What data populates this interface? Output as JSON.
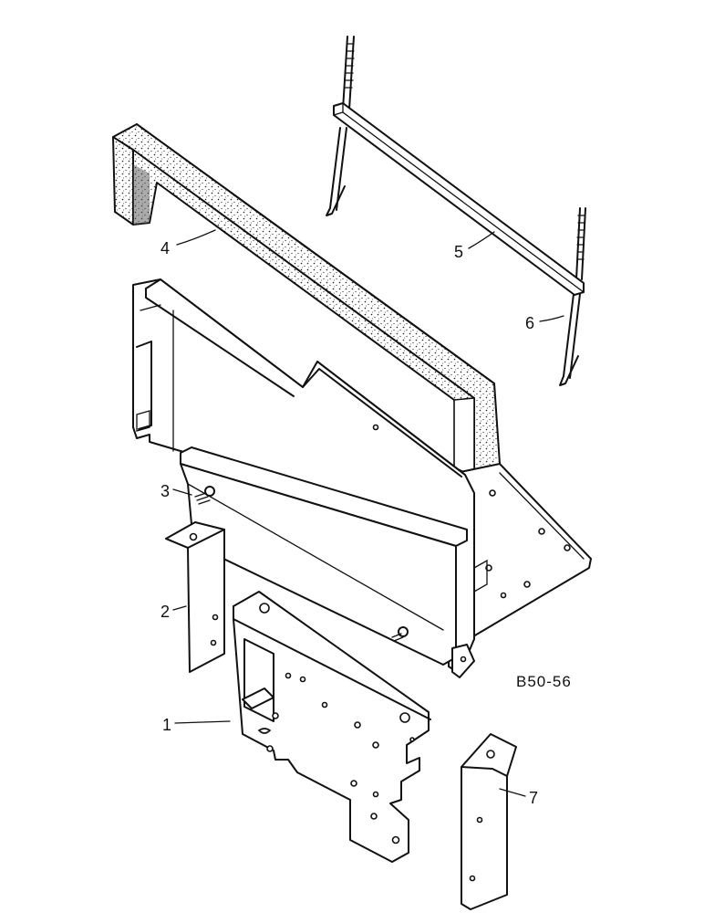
{
  "drawing": {
    "code": "B50-56",
    "callouts": [
      {
        "id": "c1",
        "text": "1"
      },
      {
        "id": "c2",
        "text": "2"
      },
      {
        "id": "c3",
        "text": "3"
      },
      {
        "id": "c4",
        "text": "4"
      },
      {
        "id": "c5",
        "text": "5"
      },
      {
        "id": "c6",
        "text": "6"
      },
      {
        "id": "c7",
        "text": "7"
      }
    ]
  }
}
